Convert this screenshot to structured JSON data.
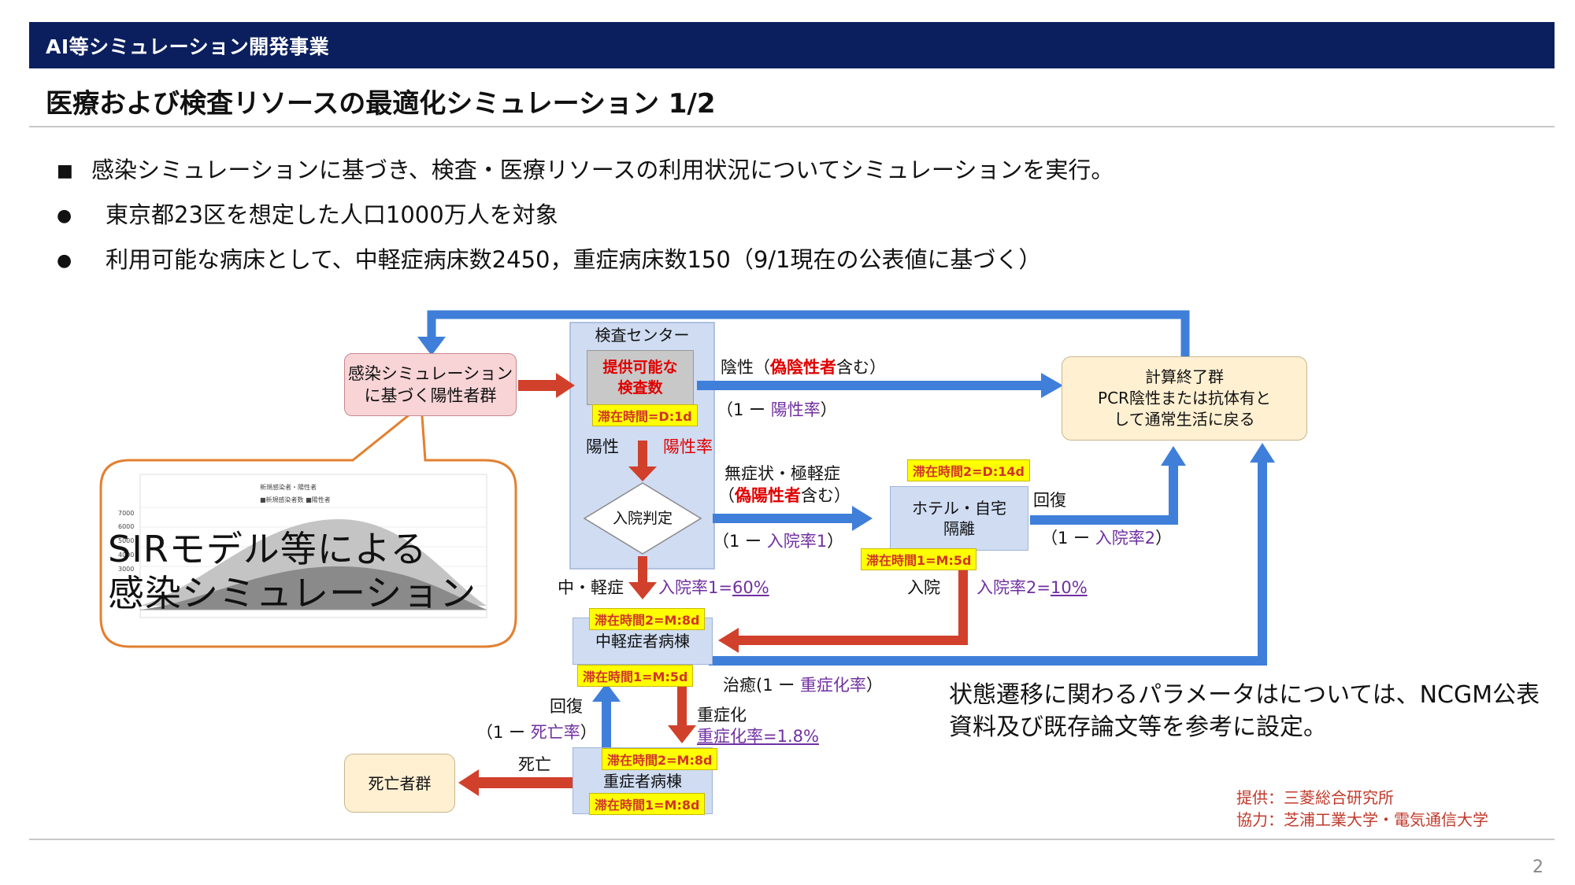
{
  "header": {
    "section": "AI等シミュレーション開発事業"
  },
  "title": "医療および検査リソースの最適化シミュレーション 1/2",
  "bullets": [
    {
      "mark": "■",
      "text": "感染シミュレーションに基づき、検査・医療リソースの利用状況についてシミュレーションを実行。"
    },
    {
      "mark": "●",
      "text": "東京都23区を想定した人口1000万人を対象"
    },
    {
      "mark": "●",
      "text": "利用可能な病床として、中軽症病床数2450，重症病床数150（9/1現在の公表値に基づく）"
    }
  ],
  "diagram": {
    "boxes": {
      "infected": "感染シミュレーション\nに基づく陽性者群",
      "test_center": "検査センター",
      "test_capacity": "提供可能な\n検査数",
      "end_group": "計算終了群\nPCR陰性または抗体有と\nして通常生活に戻る",
      "admission": "入院判定",
      "hotel": "ホテル・自宅\n隔離",
      "mild_ward": "中軽症者病棟",
      "severe_ward": "重症者病棟",
      "death": "死亡者群"
    },
    "tags": {
      "test_stay": "滞在時間=D:1d",
      "hotel_stay2": "滞在時間2=D:14d",
      "hotel_stay1": "滞在時間1=M:5d",
      "mild_stay2": "滞在時間2=M:8d",
      "mild_stay1": "滞在時間1=M:5d",
      "severe_stay2": "滞在時間2=M:8d",
      "severe_stay1": "滞在時間1=M:8d"
    },
    "labels": {
      "negative_pre": "陰性（",
      "false_negative": "偽陰性者",
      "negative_post": "含む）",
      "positive_rate_paren_pre": "（1 ー ",
      "positive_rate_term": "陽性率",
      "positive_rate_paren_post": "）",
      "positive": "陽性",
      "positive_rate": "陽性率",
      "asymptomatic": "無症状・極軽症",
      "false_positive_pre": "（",
      "false_positive": "偽陽性者",
      "false_positive_post": "含む）",
      "admit1_pre": "（1 ー ",
      "admit1_term": "入院率1",
      "admit1_post": "）",
      "recovery_hotel": "回復",
      "admit2_pre": "（1 ー ",
      "admit2_term": "入院率2",
      "admit2_post": "）",
      "moderate": "中・軽症",
      "admit1_value_term": "入院率1=",
      "admit1_value": "60%",
      "hospitalize": "入院",
      "admit2_value_term": "入院率2=",
      "admit2_value": "10%",
      "cure_pre": "治癒(1 ー ",
      "cure_term": "重症化率",
      "cure_post": "）",
      "recovery_severe": "回復",
      "death_rate_pre": "（1 ー ",
      "death_rate_term": "死亡率",
      "death_rate_post": "）",
      "severe": "重症化",
      "severe_rate_term": "重症化率=",
      "severe_rate_value": "1.8%",
      "death": "死亡"
    },
    "bubble": {
      "chart_title": "新規感染者・陽性者",
      "legend": "■新規感染者数 ■陽性者",
      "y_ticks": [
        "7000",
        "6000",
        "5000",
        "4000",
        "3000"
      ],
      "text": "SIRモデル等による\n感染シミュレーション"
    }
  },
  "note": "状態遷移に関わるパラメータはについては、NCGM公表資料及び既存論文等を参考に設定。",
  "credits": {
    "provider": "提供：三菱総合研究所",
    "cooperation": "協力：芝浦工業大学・電気通信大学"
  },
  "page_number": "2",
  "colors": {
    "header": "#0b1f5e",
    "red_arrow": "#d1402b",
    "blue_arrow": "#3f7fd9",
    "accent_red": "#e00000",
    "purple": "#7030a0"
  }
}
